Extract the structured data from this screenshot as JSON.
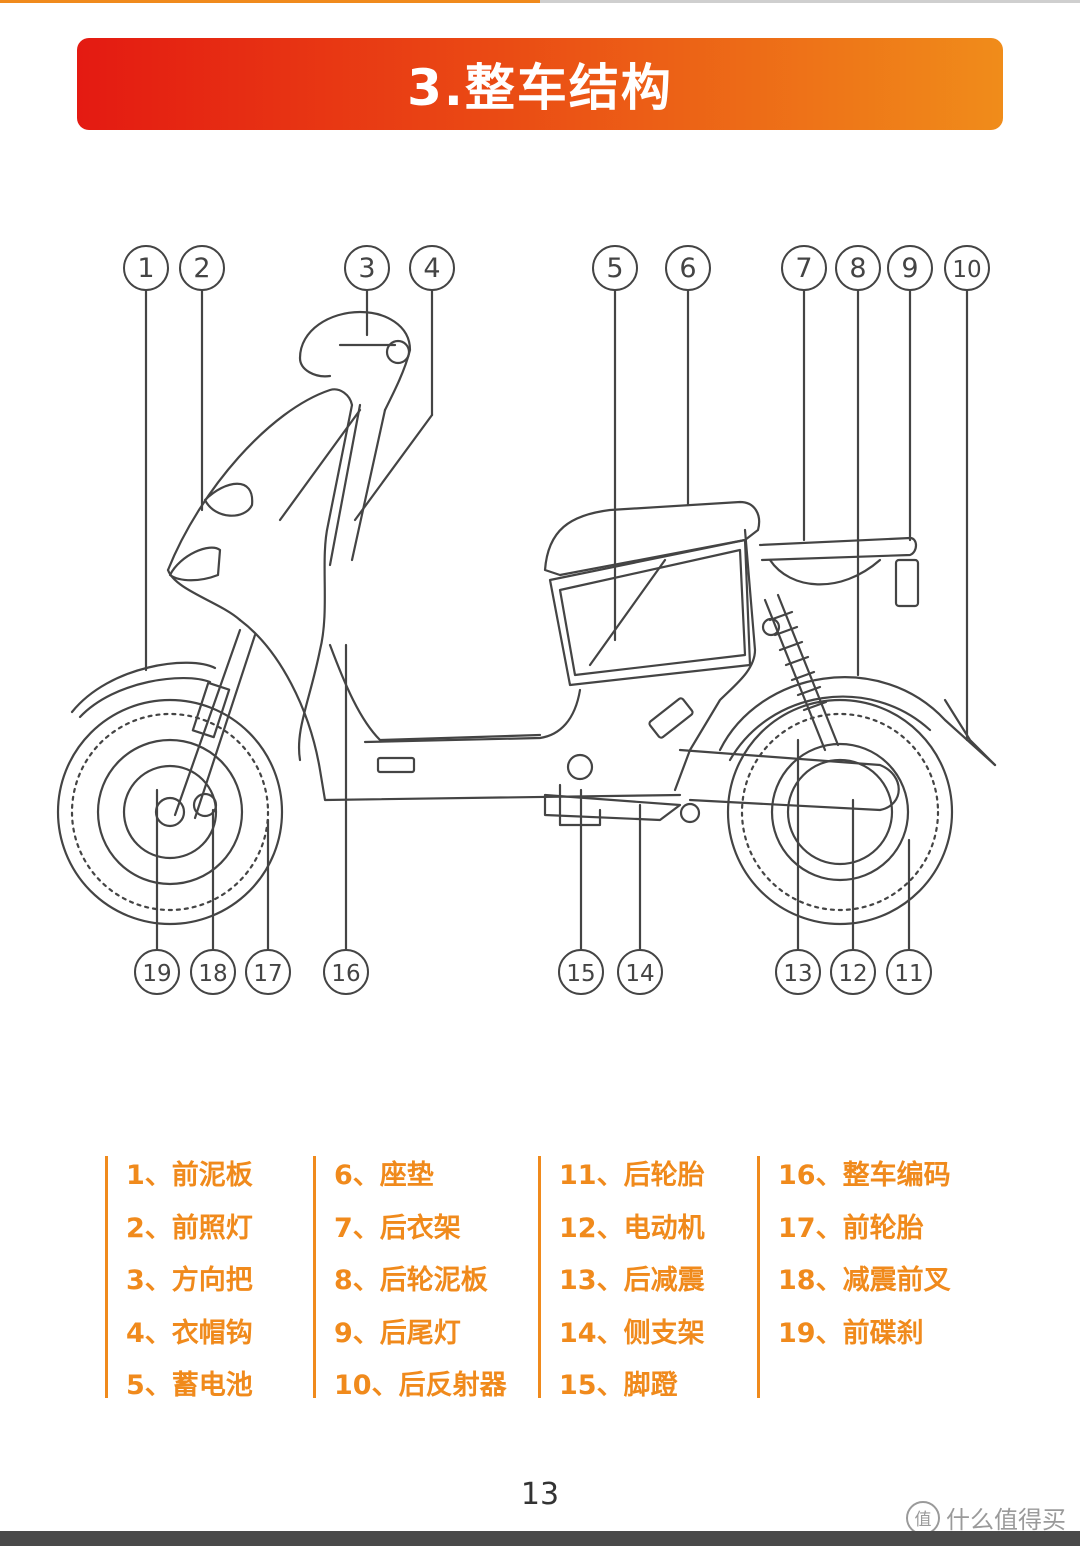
{
  "header": {
    "title": "3.整车结构"
  },
  "callouts": {
    "top": [
      "1",
      "2",
      "3",
      "4",
      "5",
      "6",
      "7",
      "8",
      "9",
      "10"
    ],
    "bottom": [
      "19",
      "18",
      "17",
      "16",
      "15",
      "14",
      "13",
      "12",
      "11"
    ]
  },
  "legend": {
    "columns": [
      [
        "1、前泥板",
        "2、前照灯",
        "3、方向把",
        "4、衣帽钩",
        "5、蓄电池"
      ],
      [
        "6、座垫",
        "7、后衣架",
        "8、后轮泥板",
        "9、后尾灯",
        "10、后反射器"
      ],
      [
        "11、后轮胎",
        "12、电动机",
        "13、后减震",
        "14、侧支架",
        "15、脚蹬"
      ],
      [
        "16、整车编码",
        "17、前轮胎",
        "18、减震前叉",
        "19、前碟刹"
      ]
    ]
  },
  "footer": {
    "page_number": "13",
    "watermark": "什么值得买"
  },
  "colors": {
    "accent": "#f08a1c",
    "banner_start": "#e41a12",
    "banner_end": "#f08c1a"
  },
  "icons": {
    "watermark_logo": "value-icon"
  }
}
